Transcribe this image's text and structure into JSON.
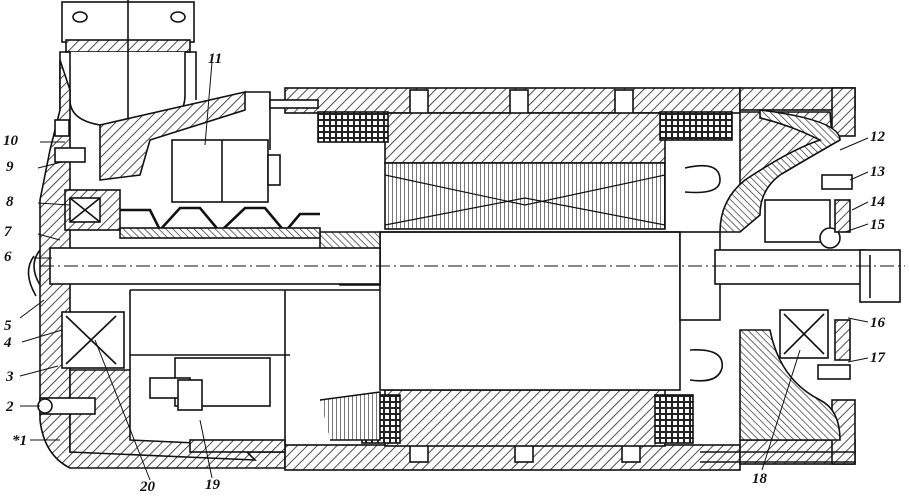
{
  "diagram": {
    "labels": [
      {
        "id": "11",
        "text": "11"
      },
      {
        "id": "10",
        "text": "10"
      },
      {
        "id": "9",
        "text": "9"
      },
      {
        "id": "8",
        "text": "8"
      },
      {
        "id": "7",
        "text": "7"
      },
      {
        "id": "6",
        "text": "6"
      },
      {
        "id": "5",
        "text": "5"
      },
      {
        "id": "4",
        "text": "4"
      },
      {
        "id": "3",
        "text": "3"
      },
      {
        "id": "2",
        "text": "2"
      },
      {
        "id": "1",
        "text": "*1"
      },
      {
        "id": "20",
        "text": "20"
      },
      {
        "id": "19",
        "text": "19"
      },
      {
        "id": "18",
        "text": "18"
      },
      {
        "id": "12",
        "text": "12"
      },
      {
        "id": "13",
        "text": "13"
      },
      {
        "id": "14",
        "text": "14"
      },
      {
        "id": "15",
        "text": "15"
      },
      {
        "id": "16",
        "text": "16"
      },
      {
        "id": "17",
        "text": "17"
      }
    ]
  },
  "colors": {
    "ink": "#111111",
    "paper": "#ffffff",
    "hatch": "#222222",
    "core": "#cfcfcf"
  }
}
